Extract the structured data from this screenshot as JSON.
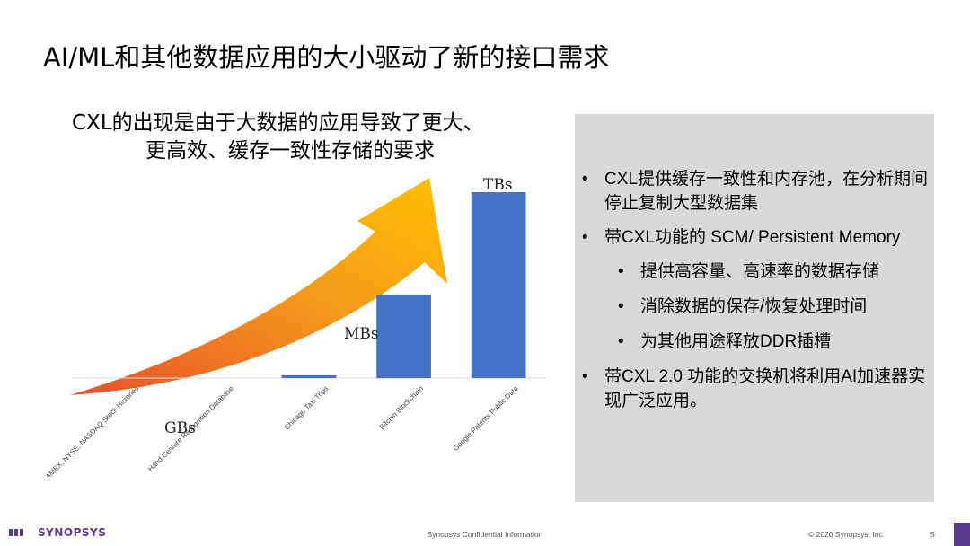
{
  "slide": {
    "title": "AI/ML和其他数据应用的大小驱动了新的接口需求",
    "heading_line1": "CXL的出现是由于大数据的应用导致了更大、",
    "heading_line2": "更高效、缓存一致性存储的要求"
  },
  "chart_data": {
    "type": "bar",
    "categories": [
      "AMEX, NYSE, NASDAQ Stock Histories",
      "Hand Gesture Recognition Database",
      "Chicago Taxi Trips",
      "Bitcoin Blockchain",
      "Google Patents Public Data"
    ],
    "values": [
      0,
      0,
      1.5,
      45,
      100
    ],
    "title": "",
    "xlabel": "",
    "ylabel": "",
    "ylim": [
      0,
      100
    ],
    "grid": false,
    "bar_color": "#4472c4",
    "annotations": [
      "GBs",
      "MBs",
      "TBs"
    ]
  },
  "panel": {
    "bullets": [
      {
        "level": 1,
        "text": "CXL提供缓存一致性和内存池，在分析期间停止复制大型数据集"
      },
      {
        "level": 1,
        "text": "带CXL功能的 SCM/ Persistent Memory"
      },
      {
        "level": 2,
        "text": "提供高容量、高速率的数据存储"
      },
      {
        "level": 2,
        "text": "消除数据的保存/恢复处理时间"
      },
      {
        "level": 2,
        "text": "为其他用途释放DDR插槽"
      },
      {
        "level": 1,
        "text": "带CXL 2.0 功能的交换机将利用AI加速器实现广泛应用。"
      }
    ],
    "bullet_glyph": "•"
  },
  "footer": {
    "logo_text": "SYNOPSYS",
    "confidential": "Synopsys Confidential Information",
    "copyright": "© 2020 Synopsys, Inc.",
    "page_number": "5"
  },
  "colors": {
    "panel_bg": "#d9d9d9",
    "arrow_start": "#e8502a",
    "arrow_end": "#ffc000",
    "brand_purple": "#5b3b8e"
  }
}
